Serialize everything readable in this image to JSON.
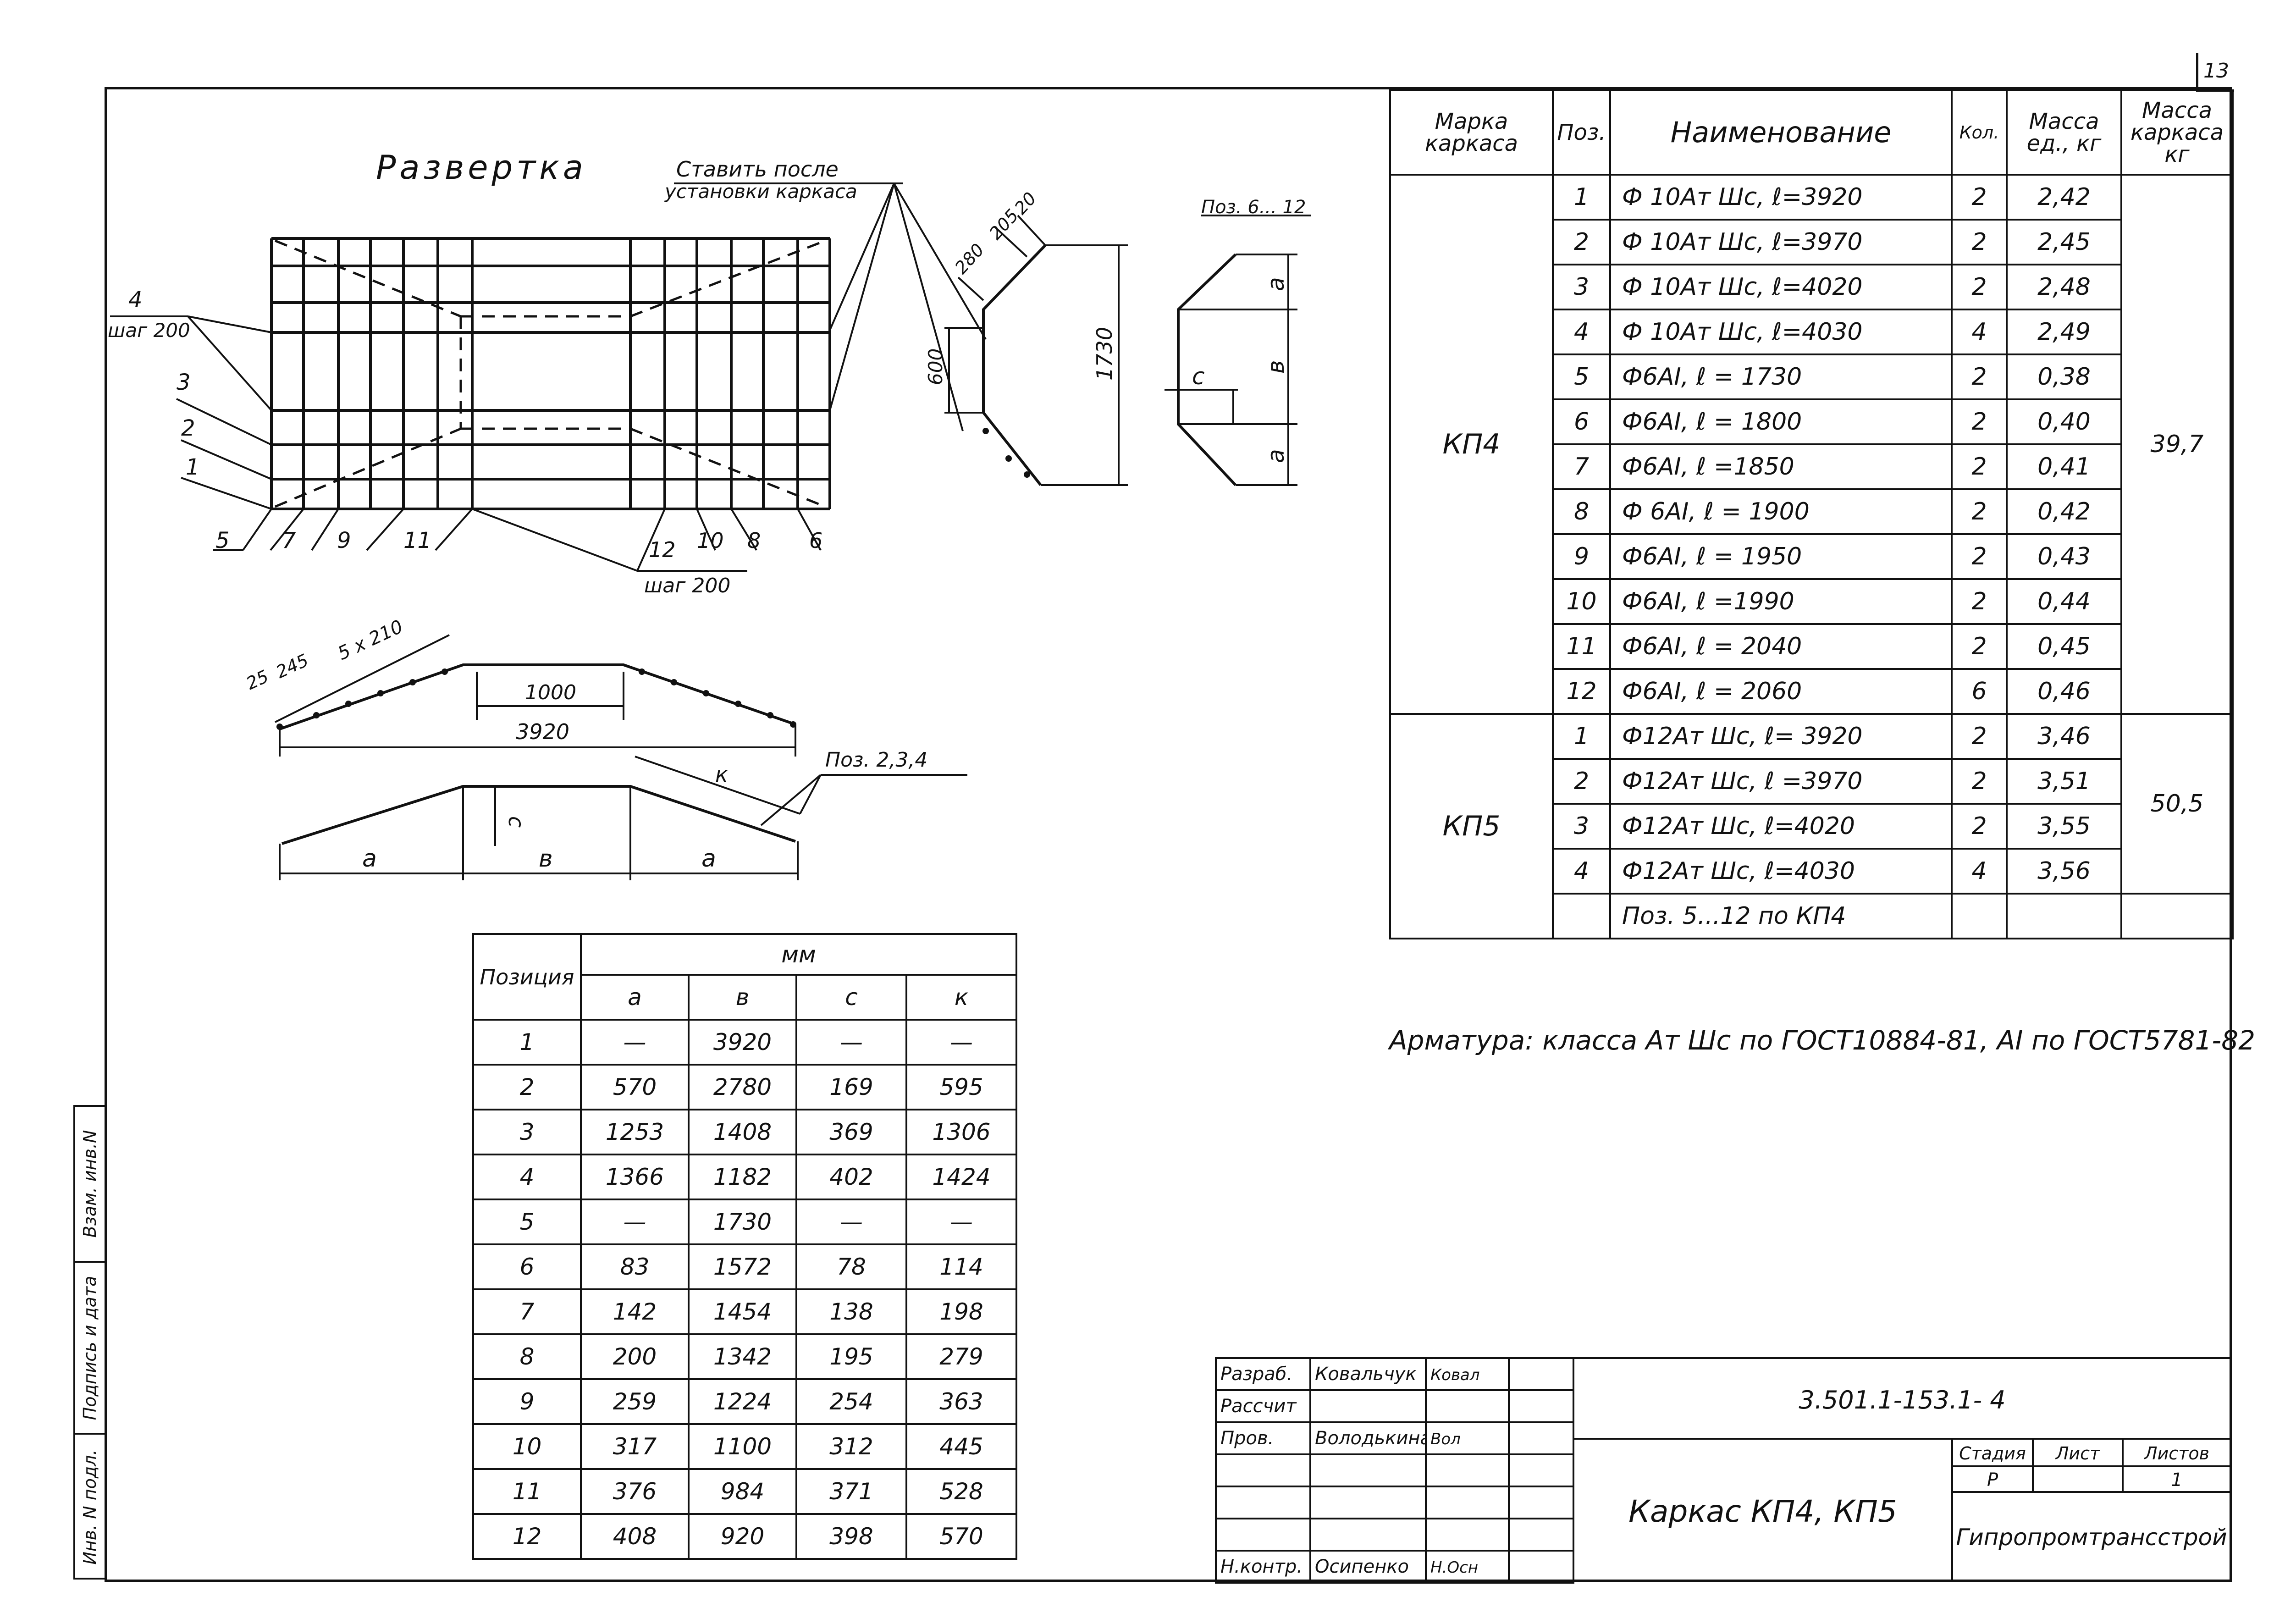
{
  "page_number": "13",
  "drawing": {
    "title_development": "Развертка",
    "note_line1": "Ставить после",
    "note_line2": "установки каркаса",
    "step_top_num": "4",
    "step_top": "шаг 200",
    "step_bottom_num": "12",
    "step_bottom": "шаг 200",
    "left_labels": [
      "3",
      "2",
      "1",
      "5",
      "7",
      "9",
      "11"
    ],
    "right_labels": [
      "10",
      "8",
      "6"
    ],
    "pos_6_12": "Поз. 6... 12",
    "dim_280": "280",
    "dim_205": "205",
    "dim_20": "20",
    "dim_600": "600",
    "dim_1730": "1730",
    "dim_a": "a",
    "dim_b": "в",
    "dim_c": "c",
    "dim_25": "25",
    "dim_245": "245",
    "dim_5x210": "5 x 210",
    "dim_1000": "1000",
    "dim_3920": "3920",
    "pos_2_3_4": "Поз. 2,3,4",
    "dim_k": "к"
  },
  "spec_table": {
    "headers": [
      "Марка каркаса",
      "Поз.",
      "Наименование",
      "Кол.",
      "Масса ед., кг",
      "Масса каркаса кг"
    ],
    "groups": [
      {
        "mark": "КП4",
        "total": "39,7",
        "rows": [
          {
            "pos": "1",
            "name": "Ф 10Ат Шс,  ℓ=3920",
            "qty": "2",
            "mass": "2,42"
          },
          {
            "pos": "2",
            "name": "Ф 10Ат Шс,  ℓ=3970",
            "qty": "2",
            "mass": "2,45"
          },
          {
            "pos": "3",
            "name": "Ф 10Ат Шс,  ℓ=4020",
            "qty": "2",
            "mass": "2,48"
          },
          {
            "pos": "4",
            "name": "Ф 10Ат Шс,  ℓ=4030",
            "qty": "4",
            "mass": "2,49"
          },
          {
            "pos": "5",
            "name": "Ф6АI,   ℓ = 1730",
            "qty": "2",
            "mass": "0,38"
          },
          {
            "pos": "6",
            "name": "Ф6АI,   ℓ = 1800",
            "qty": "2",
            "mass": "0,40"
          },
          {
            "pos": "7",
            "name": "Ф6АI,   ℓ =1850",
            "qty": "2",
            "mass": "0,41"
          },
          {
            "pos": "8",
            "name": "Ф 6АI,   ℓ = 1900",
            "qty": "2",
            "mass": "0,42"
          },
          {
            "pos": "9",
            "name": "Ф6АI,   ℓ = 1950",
            "qty": "2",
            "mass": "0,43"
          },
          {
            "pos": "10",
            "name": "Ф6АI,   ℓ =1990",
            "qty": "2",
            "mass": "0,44"
          },
          {
            "pos": "11",
            "name": "Ф6АI,   ℓ = 2040",
            "qty": "2",
            "mass": "0,45"
          },
          {
            "pos": "12",
            "name": "Ф6АI,   ℓ = 2060",
            "qty": "6",
            "mass": "0,46"
          }
        ]
      },
      {
        "mark": "КП5",
        "total": "50,5",
        "rows": [
          {
            "pos": "1",
            "name": "Ф12Ат Шс, ℓ= 3920",
            "qty": "2",
            "mass": "3,46"
          },
          {
            "pos": "2",
            "name": "Ф12Ат Шс, ℓ =3970",
            "qty": "2",
            "mass": "3,51"
          },
          {
            "pos": "3",
            "name": "Ф12Ат Шс, ℓ=4020",
            "qty": "2",
            "mass": "3,55"
          },
          {
            "pos": "4",
            "name": "Ф12Ат Шс, ℓ=4030",
            "qty": "4",
            "mass": "3,56"
          },
          {
            "pos": "",
            "name": "Поз. 5...12 по КП4",
            "qty": "",
            "mass": ""
          }
        ]
      }
    ]
  },
  "armature_note": "Арматура: класса Ат Шс по ГОСТ10884-81, АI по ГОСТ5781-82",
  "pos_table": {
    "header_pos": "Позиция",
    "header_unit": "мм",
    "cols": [
      "a",
      "в",
      "c",
      "к"
    ],
    "rows": [
      [
        "1",
        "—",
        "3920",
        "—",
        "—"
      ],
      [
        "2",
        "570",
        "2780",
        "169",
        "595"
      ],
      [
        "3",
        "1253",
        "1408",
        "369",
        "1306"
      ],
      [
        "4",
        "1366",
        "1182",
        "402",
        "1424"
      ],
      [
        "5",
        "—",
        "1730",
        "—",
        "—"
      ],
      [
        "6",
        "83",
        "1572",
        "78",
        "114"
      ],
      [
        "7",
        "142",
        "1454",
        "138",
        "198"
      ],
      [
        "8",
        "200",
        "1342",
        "195",
        "279"
      ],
      [
        "9",
        "259",
        "1224",
        "254",
        "363"
      ],
      [
        "10",
        "317",
        "1100",
        "312",
        "445"
      ],
      [
        "11",
        "376",
        "984",
        "371",
        "528"
      ],
      [
        "12",
        "408",
        "920",
        "398",
        "570"
      ]
    ]
  },
  "side_stamp": [
    "Инв. N подл.",
    "Подпись и дата",
    "Взам. инв.N"
  ],
  "title_block": {
    "roles": [
      "Разраб.",
      "Рассчит",
      "Пров.",
      "",
      "",
      "",
      "Н.контр."
    ],
    "names": [
      "Ковальчук",
      "",
      "Володькина",
      "",
      "",
      "",
      "Осипенко"
    ],
    "signatures": [
      "Ковал",
      "",
      "Вол",
      "",
      "",
      "",
      "Н.Осн"
    ],
    "doc_code": "3.501.1-153.1- 4",
    "title": "Каркас КП4, КП5",
    "stage_label": "Стадия",
    "sheet_label": "Лист",
    "sheets_label": "Листов",
    "stage": "Р",
    "sheet": "",
    "sheets": "1",
    "org": "Гипропромтрансстрой"
  }
}
